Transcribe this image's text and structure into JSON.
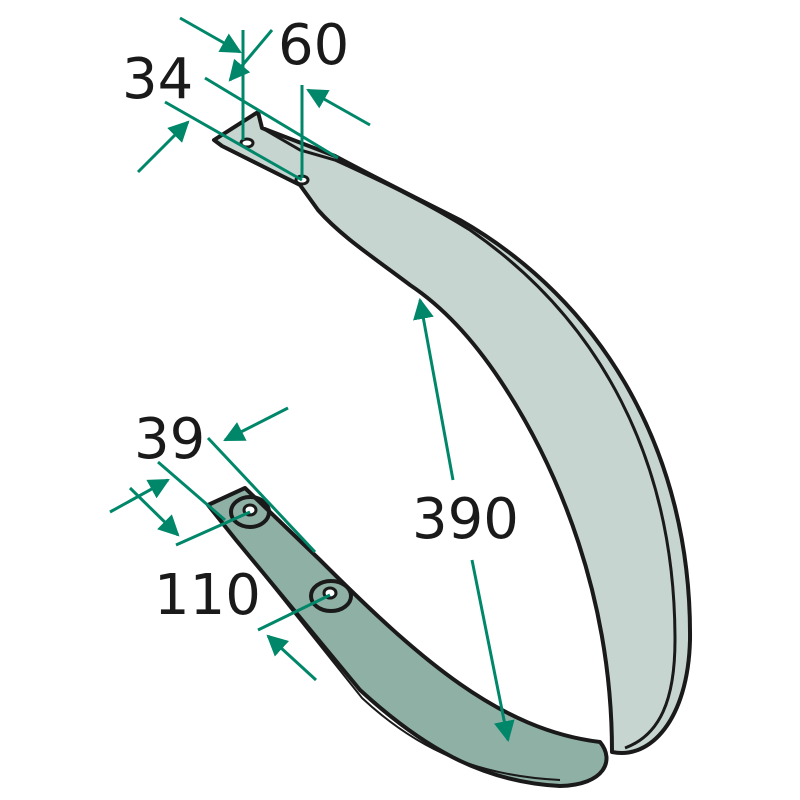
{
  "dimensions": {
    "width_top": "60",
    "thickness_top": "34",
    "width_bottom": "39",
    "hole_spacing": "110",
    "length": "390"
  },
  "colors": {
    "dimension_line": "#00876a",
    "outline": "#1a1a1a",
    "face_light": "#c7d5d0",
    "face_dark": "#8fb0a5"
  }
}
